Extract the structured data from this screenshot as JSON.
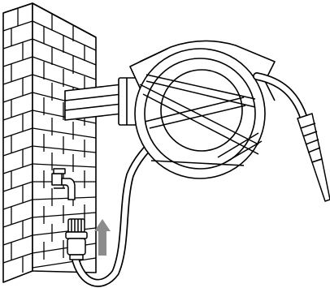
{
  "figure": {
    "line_color": "#000000",
    "fill_color": "#ffffff",
    "arrow_color": "#8c8c8c",
    "parts": [
      "brick-wall",
      "water-tap",
      "hose-connector",
      "hose",
      "hose-reel",
      "spray-nozzle",
      "up-arrow"
    ]
  }
}
